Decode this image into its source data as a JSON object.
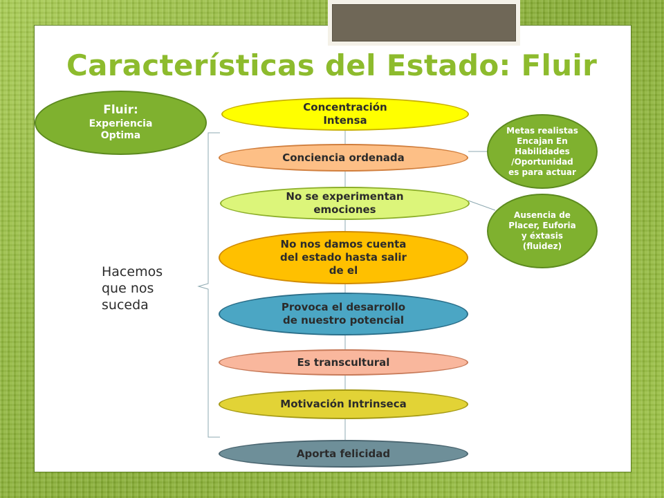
{
  "slide": {
    "title": "Características del Estado:  Fluir",
    "fluir_oval": {
      "heading": "Fluir:",
      "line1": "Experiencia",
      "line2": "Optima"
    },
    "characteristics": [
      {
        "line1": "Concentración",
        "line2": "Intensa",
        "color": "#ffff00"
      },
      {
        "line1": "Conciencia ordenada",
        "line2": "",
        "color": "#fdbf86"
      },
      {
        "line1": "No se experimentan",
        "line2": "emociones",
        "color": "#dcf57a"
      },
      {
        "line1": "No nos damos cuenta",
        "line2": "del estado hasta salir",
        "line3": "de el",
        "color": "#ffc000"
      },
      {
        "line1": "Provoca el desarrollo",
        "line2": "de nuestro potencial",
        "color": "#4ba6c4"
      },
      {
        "line1": "Es transcultural",
        "line2": "",
        "color": "#f9b79d"
      },
      {
        "line1": "Motivación Intrinseca",
        "line2": "",
        "color": "#e2d336"
      },
      {
        "line1": "Aporta felicidad",
        "line2": "",
        "color": "#6e8f99"
      }
    ],
    "side_notes": [
      {
        "lines": [
          "Metas realistas",
          "Encajan En",
          "Habilidades",
          "/Oportunidad",
          "es para actuar"
        ]
      },
      {
        "lines": [
          "Ausencia de",
          "Placer, Euforia",
          "y éxtasis",
          "(fluidez)"
        ]
      }
    ],
    "hacemos": [
      "Hacemos",
      "que nos",
      "suceda"
    ],
    "colors": {
      "title": "#8dbb2d",
      "accent_green": "#7fb12f",
      "background": "#8fb83a",
      "tab": "#6f6757"
    }
  }
}
